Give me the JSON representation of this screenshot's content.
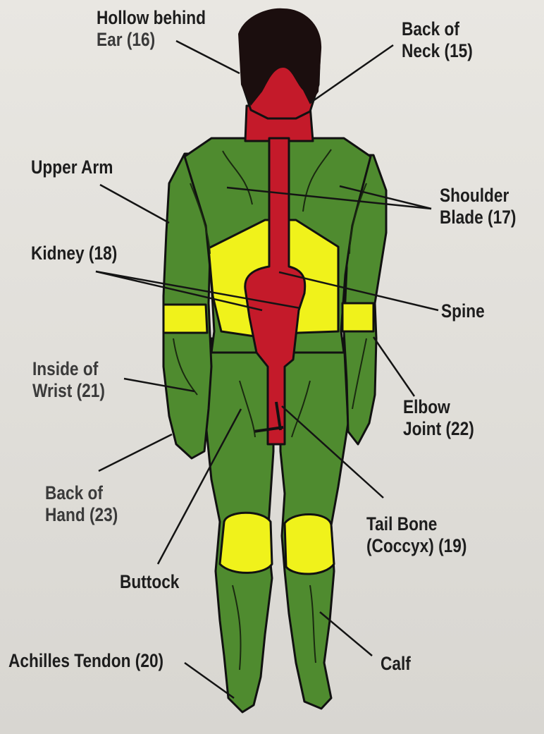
{
  "colors": {
    "background": "#e4e2dd",
    "body_green": "#4f8b2f",
    "pressure_red": "#c41a2a",
    "pressure_yellow": "#f0f21b",
    "hair": "#1b0e0e",
    "outline": "#111111"
  },
  "labels": {
    "hollow_behind_ear": [
      "Hollow behind",
      "Ear (16)"
    ],
    "back_of_neck": [
      "Back of",
      "Neck (15)"
    ],
    "upper_arm": [
      "Upper Arm"
    ],
    "shoulder_blade": [
      "Shoulder",
      "Blade (17)"
    ],
    "kidney": [
      "Kidney (18)"
    ],
    "spine": [
      "Spine"
    ],
    "inside_of_wrist": [
      "Inside of",
      "Wrist (21)"
    ],
    "elbow_joint": [
      "Elbow",
      "Joint (22)"
    ],
    "back_of_hand": [
      "Back of",
      "Hand (23)"
    ],
    "tail_bone": [
      "Tail Bone",
      "(Coccyx) (19)"
    ],
    "buttock": [
      "Buttock"
    ],
    "achilles_tendon": [
      "Achilles Tendon (20)"
    ],
    "calf": [
      "Calf"
    ]
  }
}
